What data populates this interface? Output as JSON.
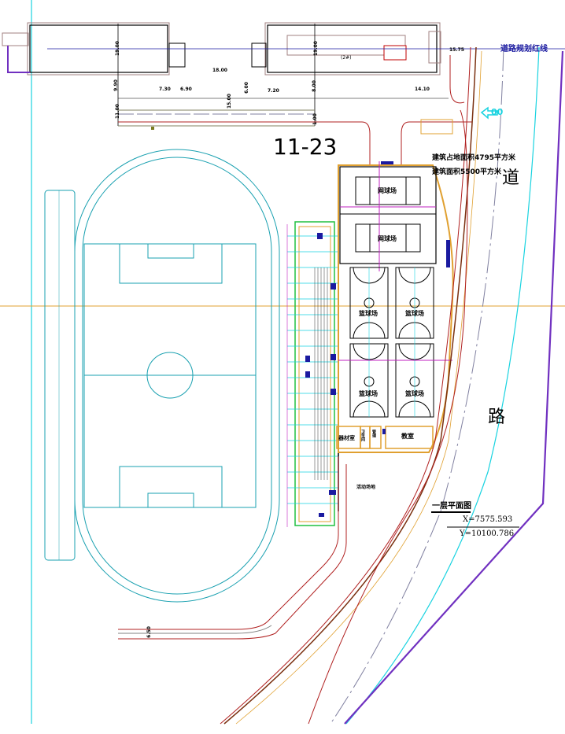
{
  "drawing": {
    "sheet_number": "11-23",
    "title": "一层平面图",
    "coord_x": "X=7575.593",
    "coord_y": "Y=10100.786",
    "road_red_line_label": "道路规划红线",
    "footprint_area": "建筑占地面积4795平方米",
    "floor_area": "建筑面积5500平方米",
    "road_char_1": "道",
    "road_char_2": "路",
    "building_2_label": "(2#)",
    "arrow_label": "00",
    "rooms": {
      "tennis_1": "网球场",
      "tennis_2": "网球场",
      "basketball_1": "篮球场",
      "basketball_2": "篮球场",
      "basketball_3": "篮球场",
      "basketball_4": "篮球场",
      "equipment": "器材室",
      "office": "教室",
      "toilet_1": "卫生间",
      "toilet_2": "管理",
      "open_area": "活动场地"
    },
    "dimensions": {
      "d_height_1": "19.00",
      "d_height_2": "19.00",
      "d_9_90": "9.90",
      "d_11_00": "11.00",
      "d_7_30": "7.30",
      "d_6_90": "6.90",
      "d_18_00": "18.00",
      "d_6_00": "6.00",
      "d_15_00": "15.00",
      "d_7_20": "7.20",
      "d_14_10": "14.10",
      "d_15_75": "15.75",
      "d_8_00": "8.00",
      "d_1_00": "1.00",
      "d_6_50": "6.50"
    },
    "colors": {
      "cyan": "#19d3e0",
      "orange": "#e0a030",
      "red": "#b02020",
      "purple": "#7030c0",
      "magenta": "#c020c0",
      "navy": "#1a1aa0",
      "brown": "#7a3010",
      "green": "#20c040"
    }
  }
}
